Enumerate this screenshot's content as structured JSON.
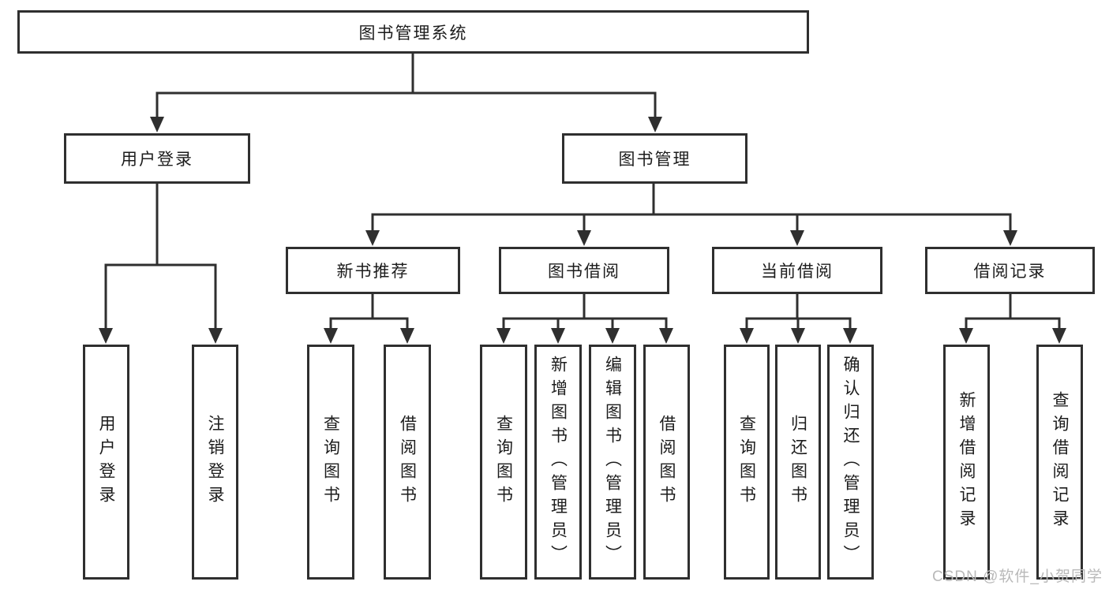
{
  "diagram_title": "图书管理系统",
  "watermark": "CSDN @软件_小贺同学",
  "colors": {
    "line": "#2f2f2f",
    "box_border": "#2f2f2f",
    "text": "#1c1c1c",
    "watermark": "#b9b9b9",
    "background": "#ffffff"
  },
  "tree": {
    "root": {
      "label": "图书管理系统",
      "children": [
        {
          "label": "用户登录",
          "children": [
            {
              "label": "用户登录"
            },
            {
              "label": "注销登录"
            }
          ]
        },
        {
          "label": "图书管理",
          "children": [
            {
              "label": "新书推荐",
              "children": [
                {
                  "label": "查询图书"
                },
                {
                  "label": "借阅图书"
                }
              ]
            },
            {
              "label": "图书借阅",
              "children": [
                {
                  "label": "查询图书"
                },
                {
                  "label": "新增图书（管理员）"
                },
                {
                  "label": "编辑图书（管理员）"
                },
                {
                  "label": "借阅图书"
                }
              ]
            },
            {
              "label": "当前借阅",
              "children": [
                {
                  "label": "查询图书"
                },
                {
                  "label": "归还图书"
                },
                {
                  "label": "确认归还（管理员）"
                }
              ]
            },
            {
              "label": "借阅记录",
              "children": [
                {
                  "label": "新增借阅记录"
                },
                {
                  "label": "查询借阅记录"
                }
              ]
            }
          ]
        }
      ]
    }
  }
}
